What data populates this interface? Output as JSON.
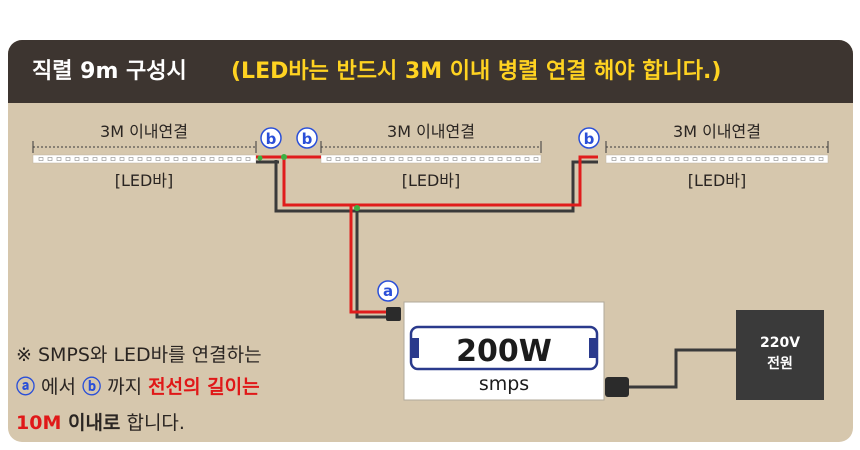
{
  "header": {
    "title_main": "직렬 9m 구성시",
    "title_highlight": "(LED바는 반드시 3M 이내 병렬 연결 해야 합니다.)"
  },
  "segments": [
    {
      "length_label": "3M 이내연결",
      "name": "[LED바]"
    },
    {
      "length_label": "3M 이내연결",
      "name": "[LED바]"
    },
    {
      "length_label": "3M 이내연결",
      "name": "[LED바]"
    }
  ],
  "markers": {
    "a": "ⓐ",
    "b": "ⓑ"
  },
  "smps": {
    "wattage": "200W",
    "label": "smps"
  },
  "power": {
    "voltage": "220V",
    "label": "전원"
  },
  "note": {
    "line1": "※ SMPS와 LED바를 연결하는",
    "line2_a": "ⓐ",
    "line2_mid1": " 에서 ",
    "line2_b": "ⓑ",
    "line2_mid2": " 까지 ",
    "line2_red": "전선의 길이는",
    "line3_red": "10M",
    "line3_bold": " 이내로",
    "line3_end": " 합니다."
  },
  "colors": {
    "panel_bg": "#d6c7ad",
    "header_bg": "#3d3530",
    "highlight": "#ffd321",
    "wire_red": "#e01c1c",
    "wire_black": "#3a3a3a",
    "marker_blue": "#2a4fd8",
    "junction_green": "#3cb043"
  }
}
